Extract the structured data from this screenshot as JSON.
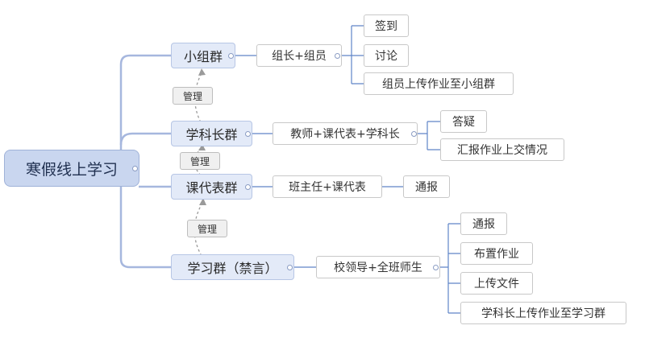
{
  "root": {
    "label": "寒假线上学习"
  },
  "groups": {
    "xiaozu": {
      "label": "小组群",
      "members": "组长+组员",
      "items": [
        "签到",
        "讨论",
        "组员上传作业至小组群"
      ]
    },
    "xueke": {
      "label": "学科长群",
      "members": "教师+课代表+学科长",
      "items": [
        "答疑",
        "汇报作业上交情况"
      ]
    },
    "kedaibiao": {
      "label": "课代表群",
      "members": "班主任+课代表",
      "items": [
        "通报"
      ]
    },
    "xuexi": {
      "label": "学习群（禁言）",
      "members": "校领导+全班师生",
      "items": [
        "通报",
        "布置作业",
        "上传文件",
        "学科长上传作业至学习群"
      ]
    }
  },
  "relations": [
    "管理",
    "管理",
    "管理"
  ],
  "colors": {
    "branch": "#a6b7de",
    "link": "#5f85c8",
    "dashed": "#9a9a9a"
  }
}
